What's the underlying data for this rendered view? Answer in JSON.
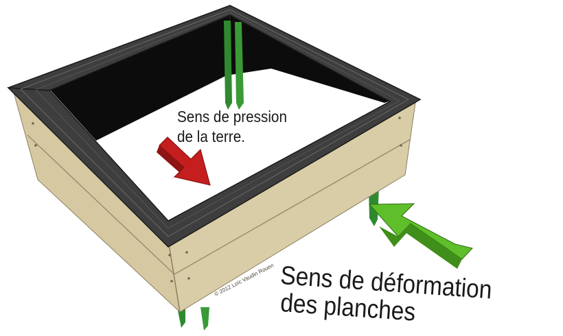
{
  "labels": {
    "pressure_line1": "Sens de pression",
    "pressure_line2": "de la terre.",
    "deformation_line1": "Sens de déformation",
    "deformation_line2": "des planches",
    "watermark": "© 2012 Loïc Vaudin Rouen"
  },
  "colors": {
    "background": "#ffffff",
    "wood": "#d6c9a2",
    "wood_side": "#cbbd93",
    "frame": "#3e3e3e",
    "interior": "#0c0c0c",
    "stake": "#2f8a2f",
    "arrow_red": "#c41e1e",
    "arrow_green": "#5fbf2a"
  },
  "icons": {
    "pressure_arrow": "arrow-down-right-icon",
    "deformation_arrow": "arrow-up-left-icon"
  }
}
